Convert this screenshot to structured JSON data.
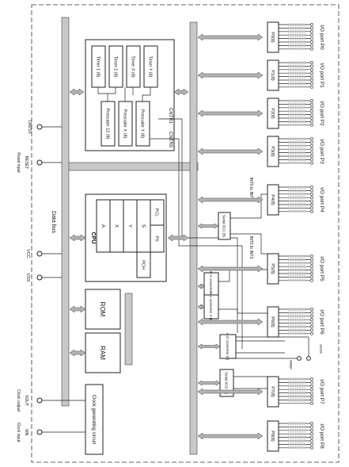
{
  "blocks": {
    "clock": "Clock generating circuit",
    "ram": "RAM",
    "rom": "ROM",
    "cpu": "CPU",
    "cpu_regs": [
      "A",
      "X",
      "Y",
      "S",
      "PCL",
      "PS"
    ],
    "pch": "PCH",
    "data_bus": "Data bus",
    "timers": [
      "Timer 1 (8)",
      "Timer 2 (8)",
      "Timer X (8)",
      "Timer Y (8)"
    ],
    "prescalers": [
      "Prescaler 12 (8)",
      "Prescaler X (8)",
      "Prescaler Y (8)"
    ],
    "cntr1": "CNTR1",
    "cntr0": "CNTR0",
    "serial1": "Serial I/O1 (8)",
    "serial2": "Serial I/O2 (8)",
    "da1": "D-A converter 1 (8)",
    "da2": "D-A converter 2 (8)",
    "ad": "A-D converter (8)",
    "int0_int1": "INT0 to INT1",
    "int2_int3": "INT2 to INT3",
    "vref": "VREF",
    "avss": "AVSS"
  },
  "pins": {
    "clock_input": "Clock input",
    "xin": "XIN",
    "clock_output": "Clock output",
    "xout": "XOUT",
    "vss": "VSS",
    "vcc": "VCC",
    "reset_input": "Reset input",
    "reset": "RESET",
    "cnvss": "CNVSS"
  },
  "ports": [
    {
      "reg": "P0(8)",
      "label": "I/O port P0"
    },
    {
      "reg": "P1(8)",
      "label": "I/O port P1"
    },
    {
      "reg": "P2(8)",
      "label": "I/O port P2"
    },
    {
      "reg": "P3(8)",
      "label": "I/O port P3"
    },
    {
      "reg": "P4(8)",
      "label": "I/O port P4"
    },
    {
      "reg": "P5(8)",
      "label": "I/O port P5"
    },
    {
      "reg": "P6(8)",
      "label": "I/O port P6"
    },
    {
      "reg": "P7(8)",
      "label": "I/O port P7"
    },
    {
      "reg": "P8(8)",
      "label": "I/O port P8"
    }
  ]
}
